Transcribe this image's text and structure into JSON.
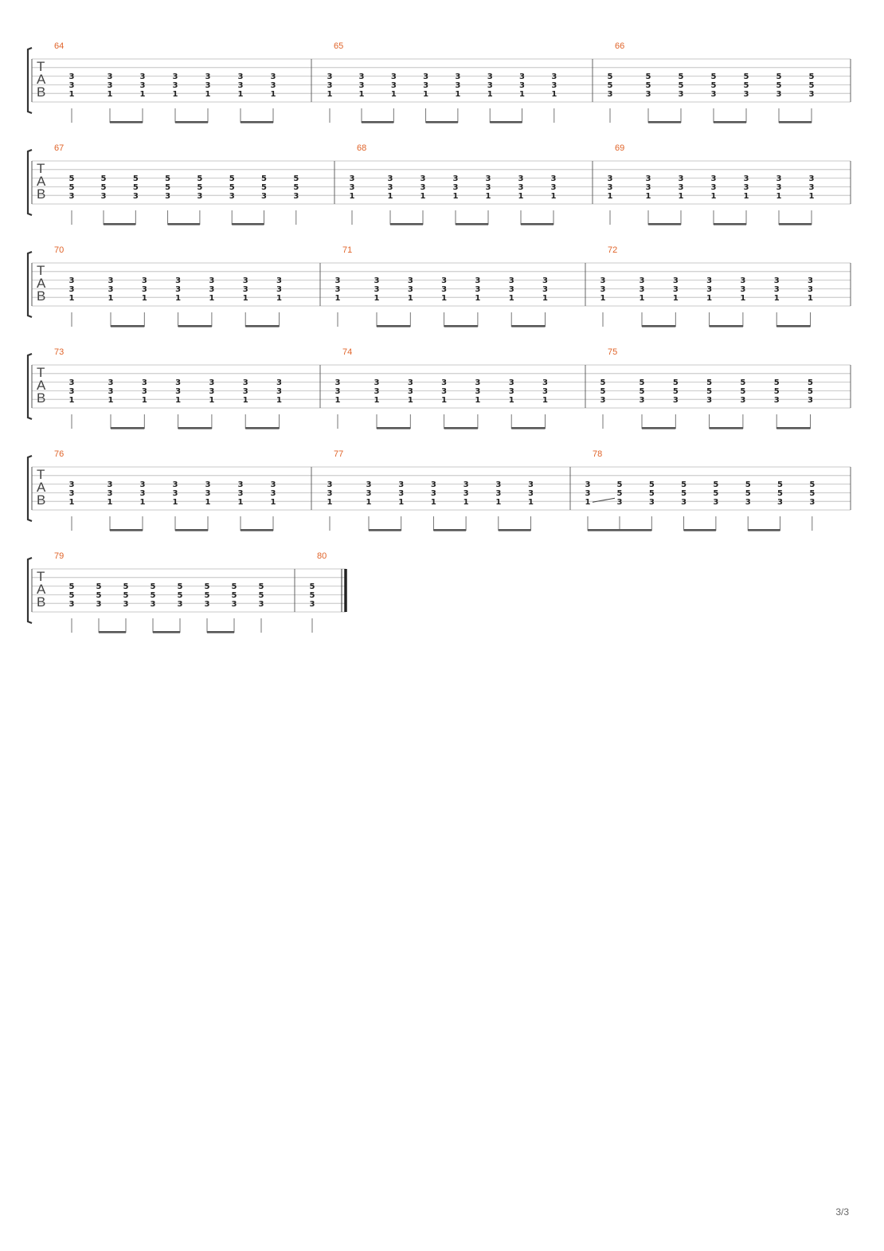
{
  "tab_label": [
    "T",
    "A",
    "B"
  ],
  "page_number": "3/3",
  "systems": [
    {
      "measures": [
        {
          "number": "64",
          "beats": [
            [
              "3",
              "3",
              "1"
            ],
            [
              "3",
              "3",
              "1"
            ],
            [
              "3",
              "3",
              "1"
            ],
            [
              "3",
              "3",
              "1"
            ],
            [
              "3",
              "3",
              "1"
            ],
            [
              "3",
              "3",
              "1"
            ],
            [
              "3",
              "3",
              "1"
            ]
          ]
        },
        {
          "number": "65",
          "beats": [
            [
              "3",
              "3",
              "1"
            ],
            [
              "3",
              "3",
              "1"
            ],
            [
              "3",
              "3",
              "1"
            ],
            [
              "3",
              "3",
              "1"
            ],
            [
              "3",
              "3",
              "1"
            ],
            [
              "3",
              "3",
              "1"
            ],
            [
              "3",
              "3",
              "1"
            ],
            [
              "3",
              "3",
              "1"
            ]
          ]
        },
        {
          "number": "66",
          "beats": [
            [
              "5",
              "5",
              "3"
            ],
            [
              "5",
              "5",
              "3"
            ],
            [
              "5",
              "5",
              "3"
            ],
            [
              "5",
              "5",
              "3"
            ],
            [
              "5",
              "5",
              "3"
            ],
            [
              "5",
              "5",
              "3"
            ],
            [
              "5",
              "5",
              "3"
            ]
          ]
        }
      ]
    },
    {
      "measures": [
        {
          "number": "67",
          "beats": [
            [
              "5",
              "5",
              "3"
            ],
            [
              "5",
              "5",
              "3"
            ],
            [
              "5",
              "5",
              "3"
            ],
            [
              "5",
              "5",
              "3"
            ],
            [
              "5",
              "5",
              "3"
            ],
            [
              "5",
              "5",
              "3"
            ],
            [
              "5",
              "5",
              "3"
            ],
            [
              "5",
              "5",
              "3"
            ]
          ]
        },
        {
          "number": "68",
          "beats": [
            [
              "3",
              "3",
              "1"
            ],
            [
              "3",
              "3",
              "1"
            ],
            [
              "3",
              "3",
              "1"
            ],
            [
              "3",
              "3",
              "1"
            ],
            [
              "3",
              "3",
              "1"
            ],
            [
              "3",
              "3",
              "1"
            ],
            [
              "3",
              "3",
              "1"
            ]
          ]
        },
        {
          "number": "69",
          "beats": [
            [
              "3",
              "3",
              "1"
            ],
            [
              "3",
              "3",
              "1"
            ],
            [
              "3",
              "3",
              "1"
            ],
            [
              "3",
              "3",
              "1"
            ],
            [
              "3",
              "3",
              "1"
            ],
            [
              "3",
              "3",
              "1"
            ],
            [
              "3",
              "3",
              "1"
            ]
          ]
        }
      ]
    },
    {
      "measures": [
        {
          "number": "70",
          "beats": [
            [
              "3",
              "3",
              "1"
            ],
            [
              "3",
              "3",
              "1"
            ],
            [
              "3",
              "3",
              "1"
            ],
            [
              "3",
              "3",
              "1"
            ],
            [
              "3",
              "3",
              "1"
            ],
            [
              "3",
              "3",
              "1"
            ],
            [
              "3",
              "3",
              "1"
            ]
          ]
        },
        {
          "number": "71",
          "beats": [
            [
              "3",
              "3",
              "1"
            ],
            [
              "3",
              "3",
              "1"
            ],
            [
              "3",
              "3",
              "1"
            ],
            [
              "3",
              "3",
              "1"
            ],
            [
              "3",
              "3",
              "1"
            ],
            [
              "3",
              "3",
              "1"
            ],
            [
              "3",
              "3",
              "1"
            ]
          ]
        },
        {
          "number": "72",
          "beats": [
            [
              "3",
              "3",
              "1"
            ],
            [
              "3",
              "3",
              "1"
            ],
            [
              "3",
              "3",
              "1"
            ],
            [
              "3",
              "3",
              "1"
            ],
            [
              "3",
              "3",
              "1"
            ],
            [
              "3",
              "3",
              "1"
            ],
            [
              "3",
              "3",
              "1"
            ]
          ]
        }
      ]
    },
    {
      "measures": [
        {
          "number": "73",
          "beats": [
            [
              "3",
              "3",
              "1"
            ],
            [
              "3",
              "3",
              "1"
            ],
            [
              "3",
              "3",
              "1"
            ],
            [
              "3",
              "3",
              "1"
            ],
            [
              "3",
              "3",
              "1"
            ],
            [
              "3",
              "3",
              "1"
            ],
            [
              "3",
              "3",
              "1"
            ]
          ]
        },
        {
          "number": "74",
          "beats": [
            [
              "3",
              "3",
              "1"
            ],
            [
              "3",
              "3",
              "1"
            ],
            [
              "3",
              "3",
              "1"
            ],
            [
              "3",
              "3",
              "1"
            ],
            [
              "3",
              "3",
              "1"
            ],
            [
              "3",
              "3",
              "1"
            ],
            [
              "3",
              "3",
              "1"
            ]
          ]
        },
        {
          "number": "75",
          "beats": [
            [
              "5",
              "5",
              "3"
            ],
            [
              "5",
              "5",
              "3"
            ],
            [
              "5",
              "5",
              "3"
            ],
            [
              "5",
              "5",
              "3"
            ],
            [
              "5",
              "5",
              "3"
            ],
            [
              "5",
              "5",
              "3"
            ],
            [
              "5",
              "5",
              "3"
            ]
          ]
        }
      ]
    },
    {
      "measures": [
        {
          "number": "76",
          "beats": [
            [
              "3",
              "3",
              "1"
            ],
            [
              "3",
              "3",
              "1"
            ],
            [
              "3",
              "3",
              "1"
            ],
            [
              "3",
              "3",
              "1"
            ],
            [
              "3",
              "3",
              "1"
            ],
            [
              "3",
              "3",
              "1"
            ],
            [
              "3",
              "3",
              "1"
            ]
          ]
        },
        {
          "number": "77",
          "beats": [
            [
              "3",
              "3",
              "1"
            ],
            [
              "3",
              "3",
              "1"
            ],
            [
              "3",
              "3",
              "1"
            ],
            [
              "3",
              "3",
              "1"
            ],
            [
              "3",
              "3",
              "1"
            ],
            [
              "3",
              "3",
              "1"
            ],
            [
              "3",
              "3",
              "1"
            ]
          ]
        },
        {
          "number": "78",
          "beats": [
            [
              "3",
              "3",
              "1"
            ],
            [
              "5",
              "5",
              "3"
            ],
            [
              "5",
              "5",
              "3"
            ],
            [
              "5",
              "5",
              "3"
            ],
            [
              "5",
              "5",
              "3"
            ],
            [
              "5",
              "5",
              "3"
            ],
            [
              "5",
              "5",
              "3"
            ],
            [
              "5",
              "5",
              "3"
            ]
          ]
        }
      ]
    },
    {
      "measures": [
        {
          "number": "79",
          "beats": [
            [
              "5",
              "5",
              "3"
            ],
            [
              "5",
              "5",
              "3"
            ],
            [
              "5",
              "5",
              "3"
            ],
            [
              "5",
              "5",
              "3"
            ],
            [
              "5",
              "5",
              "3"
            ],
            [
              "5",
              "5",
              "3"
            ],
            [
              "5",
              "5",
              "3"
            ],
            [
              "5",
              "5",
              "3"
            ]
          ]
        },
        {
          "number": "80",
          "beats": [
            [
              "5",
              "5",
              "3"
            ]
          ]
        }
      ]
    }
  ]
}
